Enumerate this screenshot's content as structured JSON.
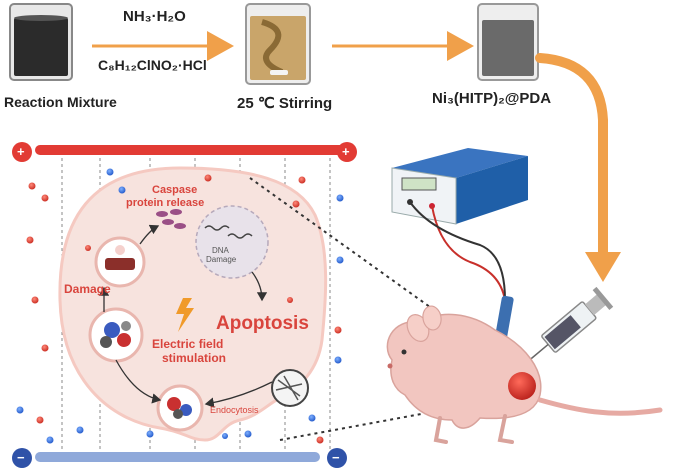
{
  "synthesis": {
    "step1_label": "Reaction Mixture",
    "reagent1": "NH₃·H₂O",
    "reagent2": "C₈H₁₂ClNO₂·HCl",
    "step2_label": "25 ℃ Stirring",
    "step3_label": "Ni₃(HITP)₂@PDA"
  },
  "cell": {
    "caspase_label_1": "Caspase",
    "caspase_label_2": "protein release",
    "dna_damage_1": "DNA",
    "dna_damage_2": "Damage",
    "damage_label": "Damage",
    "apoptosis_label": "Apoptosis",
    "efield_label_1": "Electric field",
    "efield_label_2": "stimulation",
    "endocytosis_label": "Endocytosis"
  },
  "electrodes": {
    "positive_symbol": "+",
    "negative_symbol": "−"
  },
  "colors": {
    "arrow_orange": "#f0a04a",
    "positive_plate": "#e23b34",
    "negative_plate": "#8fa9da",
    "red_text": "#d9453d",
    "device_blue": "#1f5fa8"
  }
}
